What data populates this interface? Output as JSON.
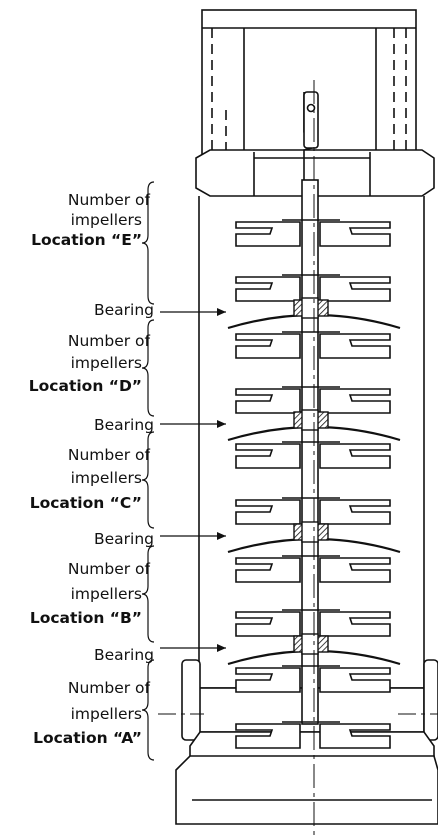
{
  "colors": {
    "ink": "#111111",
    "background": "#ffffff",
    "hatch": "#111111"
  },
  "labels": {
    "number_of": "Number of",
    "impellers": "impellers",
    "bearing": "Bearing",
    "location_e": "Location “E”",
    "location_d": "Location “D”",
    "location_c": "Location “C”",
    "location_b": "Location “B”",
    "location_a": "Location “A”"
  },
  "stages": [
    {
      "location": "E",
      "impeller_count": 2
    },
    {
      "location": "D",
      "impeller_count": 2
    },
    {
      "location": "C",
      "impeller_count": 2
    },
    {
      "location": "B",
      "impeller_count": 2
    },
    {
      "location": "A",
      "impeller_count": 2
    }
  ],
  "bearing_count": 4
}
